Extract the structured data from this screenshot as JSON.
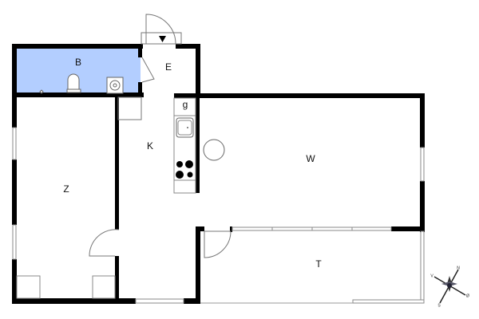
{
  "rooms": {
    "bath": "B",
    "entry": "E",
    "closet": "g",
    "kitchen": "K",
    "living": "W",
    "bedroom": "Z",
    "terrace": "T"
  },
  "compass": {
    "north": "N",
    "west": "V",
    "south": "S",
    "east": "Ø"
  },
  "colors": {
    "bathroom_fill": "#b3ceff",
    "wall": "#000000"
  }
}
